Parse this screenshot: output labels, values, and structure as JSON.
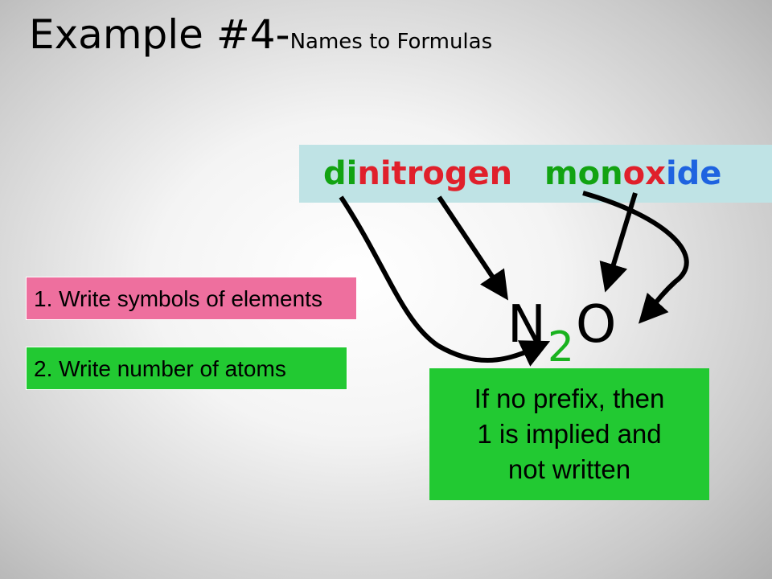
{
  "title": {
    "main": "Example #4-",
    "sub": "Names to Formulas"
  },
  "compound_name": {
    "word1": [
      {
        "text": "di",
        "color": "#12a312"
      },
      {
        "text": "nitrogen",
        "color": "#e0202b"
      }
    ],
    "word2": [
      {
        "text": "mon",
        "color": "#12a312"
      },
      {
        "text": "o",
        "color": "#e0202b"
      },
      {
        "text": "x",
        "color": "#e0202b"
      },
      {
        "text": "ide",
        "color": "#1e63e0"
      }
    ]
  },
  "steps": [
    {
      "label": "1. Write symbols of elements",
      "color": "#ee6f9e"
    },
    {
      "label": "2. Write number of atoms",
      "color": "#22c932"
    }
  ],
  "formula": {
    "element1": "N",
    "subscript": "2",
    "element2": "O"
  },
  "note": {
    "lines": [
      "If no prefix, then",
      "1 is implied and",
      "not written"
    ],
    "color": "#22c932"
  }
}
